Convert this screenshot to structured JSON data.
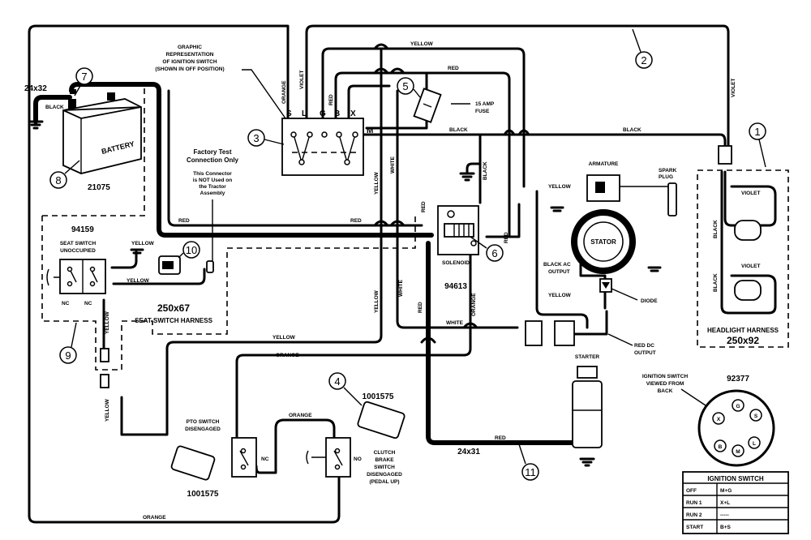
{
  "callouts": {
    "c1": "1",
    "c2": "2",
    "c3": "3",
    "c4": "4",
    "c5": "5",
    "c6": "6",
    "c7": "7",
    "c8": "8",
    "c9": "9",
    "c10": "10",
    "c11": "11"
  },
  "wire_labels": {
    "yellow": "YELLOW",
    "red": "RED",
    "black": "BLACK",
    "violet": "VIOLET",
    "orange": "ORANGE",
    "white": "WHITE"
  },
  "ignition": {
    "graphic_title": [
      "GRAPHIC",
      "REPRESENTATION",
      "OF IGNITION SWITCH",
      "(SHOWN IN OFF POSITION)"
    ],
    "terminals": [
      "S",
      "L",
      "G",
      "B",
      "X"
    ],
    "m_terminal": "M"
  },
  "battery": {
    "label": "BATTERY",
    "size": "24x32",
    "part": "21075"
  },
  "fuse": {
    "line1": "15 AMP",
    "line2": "FUSE"
  },
  "factory_test": {
    "title": [
      "Factory Test",
      "Connection Only"
    ],
    "note": [
      "This Connector",
      "is NOT Used on",
      "the Tractor",
      "Assembly"
    ]
  },
  "seat_switch": {
    "part": "94159",
    "title": [
      "SEAT SWITCH",
      "UNOCCUPIED"
    ],
    "nc1": "NC",
    "nc2": "NC",
    "harness_size": "250x67",
    "harness_label": "SEAT SWITCH HARNESS"
  },
  "solenoid": {
    "label": "SOLENOID",
    "part": "94613"
  },
  "stator": {
    "armature": "ARMATURE",
    "spark": [
      "SPARK",
      "PLUG"
    ],
    "stator": "STATOR",
    "black_ac": [
      "BLACK AC",
      "OUTPUT"
    ],
    "diode": "DIODE",
    "red_dc": [
      "RED DC",
      "OUTPUT"
    ]
  },
  "headlight": {
    "label": "HEADLIGHT HARNESS",
    "size": "250x92"
  },
  "starter": {
    "label": "STARTER"
  },
  "red_cable": {
    "size": "24x31"
  },
  "pto": {
    "title": [
      "PTO SWITCH",
      "DISENGAGED"
    ],
    "nc": "NC",
    "part": "1001575"
  },
  "clutch": {
    "no": "NO",
    "title": [
      "CLUTCH",
      "BRAKE",
      "SWITCH",
      "DISENGAGED",
      "(PEDAL UP)"
    ]
  },
  "plug4": {
    "part": "1001575"
  },
  "ign_view": {
    "part": "92377",
    "title": [
      "IGNITION SWITCH",
      "VIEWED FROM",
      "BACK"
    ],
    "terms": {
      "x": "X",
      "g": "G",
      "s": "S",
      "b": "B",
      "m": "M",
      "l": "L"
    }
  },
  "table": {
    "title": "IGNITION SWITCH",
    "rows": [
      {
        "pos": "OFF",
        "conn": "M+G"
      },
      {
        "pos": "RUN 1",
        "conn": "X+L"
      },
      {
        "pos": "RUN 2",
        "conn": "-----"
      },
      {
        "pos": "START",
        "conn": "B+S"
      }
    ]
  }
}
